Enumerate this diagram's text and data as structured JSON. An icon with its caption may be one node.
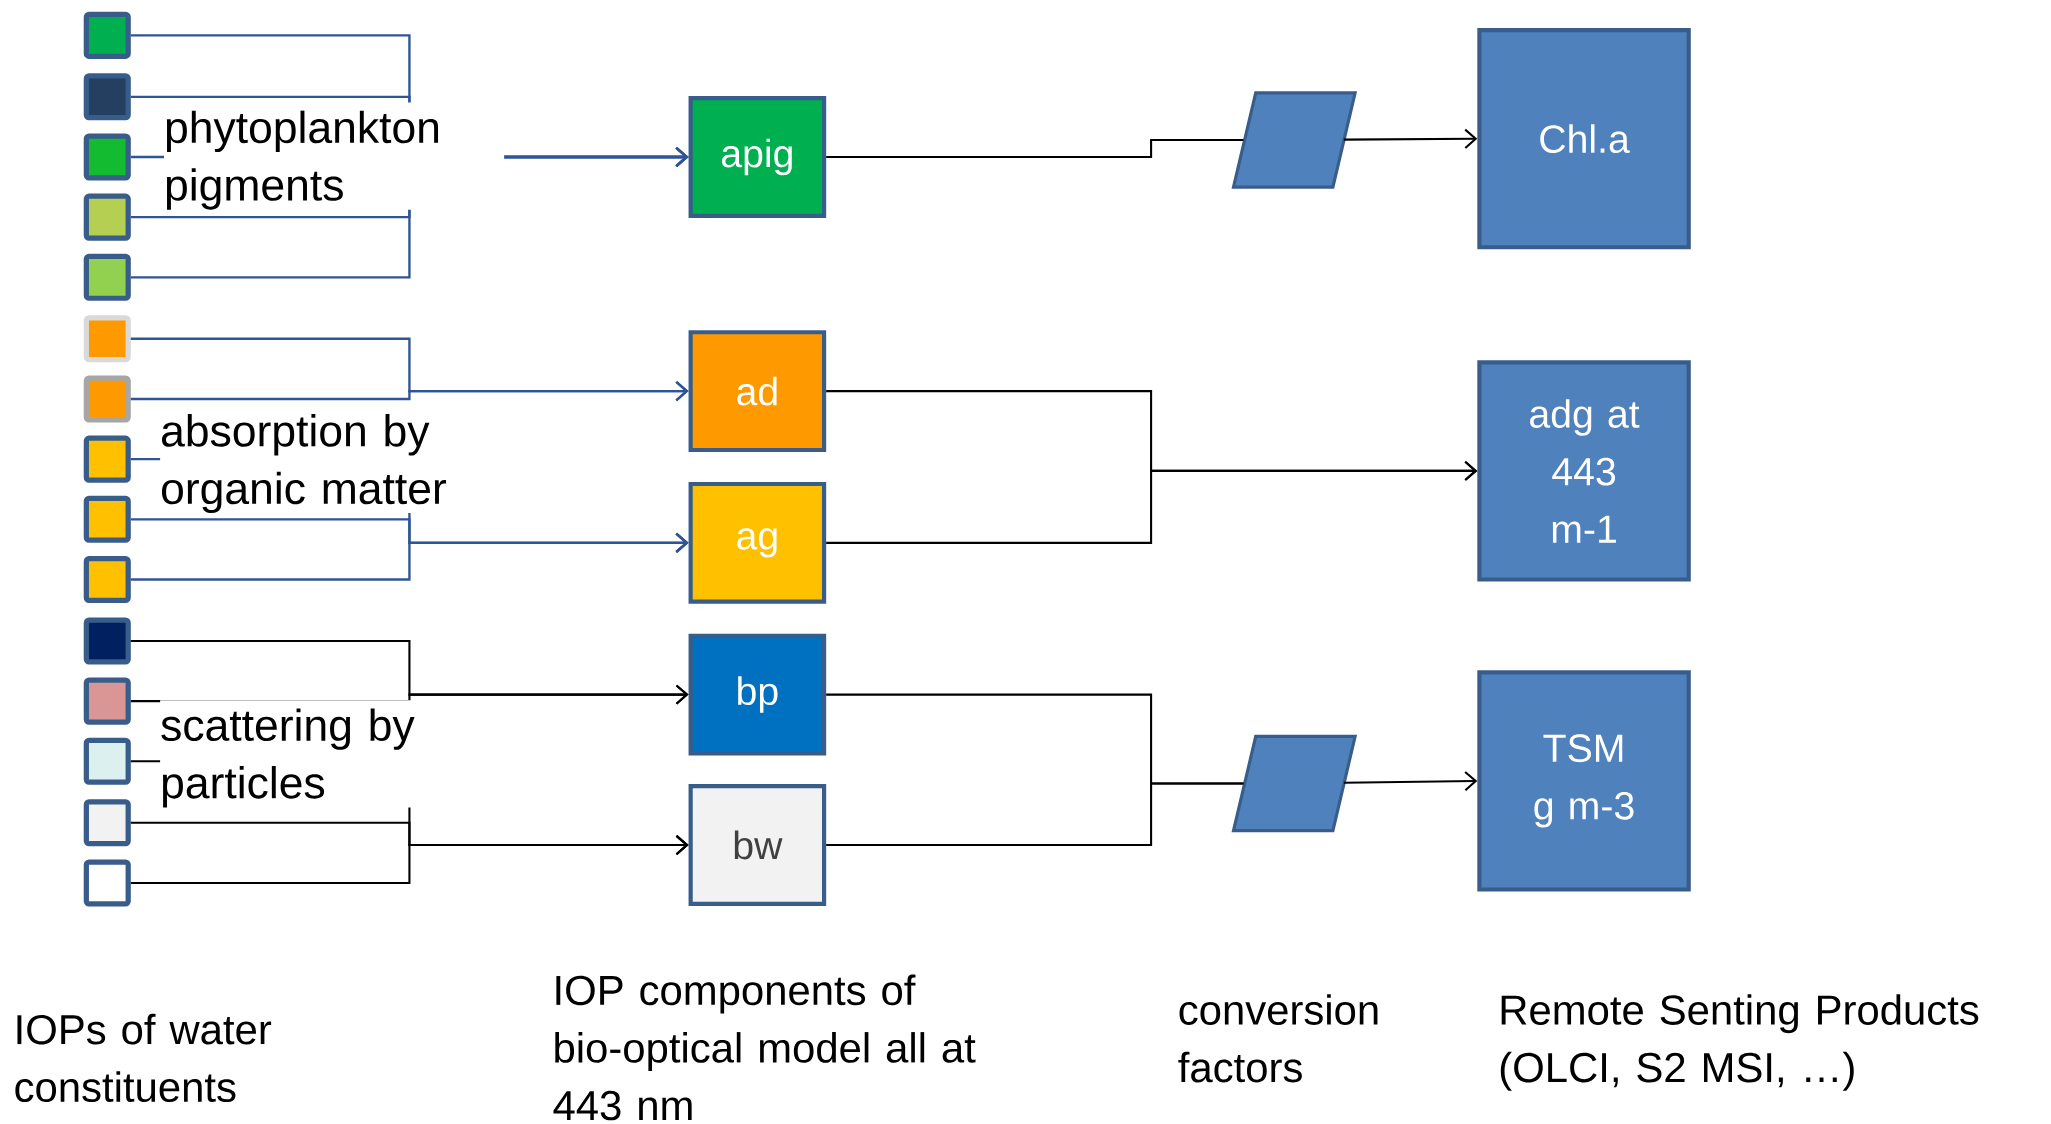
{
  "diagram": {
    "nodes": [
      {
        "text": [],
        "shape": "box"
      },
      {
        "text": [],
        "shape": "box"
      },
      {
        "text": [],
        "shape": "box"
      },
      {
        "text": [],
        "shape": "box"
      },
      {
        "text": [],
        "shape": "box"
      },
      {
        "text": [],
        "shape": "box"
      },
      {
        "text": [],
        "shape": "box"
      },
      {
        "text": [],
        "shape": "box"
      },
      {
        "text": [],
        "shape": "box"
      },
      {
        "text": [],
        "shape": "box"
      },
      {
        "text": [],
        "shape": "box"
      },
      {
        "text": [],
        "shape": "box"
      },
      {
        "text": [],
        "shape": "box"
      },
      {
        "text": [],
        "shape": "box"
      },
      {
        "text": [],
        "shape": "box"
      },
      {
        "text": [
          "apig"
        ]
      },
      {
        "text": [
          "ad"
        ]
      },
      {
        "text": [
          "ag"
        ]
      },
      {
        "text": [
          "bp"
        ]
      },
      {
        "text": [
          "bw"
        ]
      },
      {
        "text": [],
        "shape": "parallelogram"
      },
      {
        "text": [],
        "shape": "parallelogram"
      },
      {
        "text": [
          "Chl.a"
        ]
      },
      {
        "text": [
          "adg at 443 m-1"
        ]
      },
      {
        "text": [
          "TSM g m-3"
        ]
      }
    ],
    "edges": [
      {
        "from": 0,
        "to": 15,
        "arrow": "to",
        "color": "#2f5597"
      },
      {
        "from": 1,
        "to": 15,
        "arrow": "to",
        "color": "#2f5597"
      },
      {
        "from": 2,
        "to": 15,
        "arrow": "to",
        "color": "#2f5597"
      },
      {
        "from": 3,
        "to": 15,
        "arrow": "to",
        "color": "#2f5597"
      },
      {
        "from": 4,
        "to": 15,
        "arrow": "to",
        "color": "#2f5597"
      },
      {
        "from": 5,
        "to": 16,
        "arrow": "to",
        "color": "#2f5597"
      },
      {
        "from": 6,
        "to": 16,
        "arrow": "to",
        "color": "#2f5597"
      },
      {
        "from": 7,
        "to": 17,
        "arrow": "to",
        "color": "#2f5597"
      },
      {
        "from": 8,
        "to": 17,
        "arrow": "to",
        "color": "#2f5597"
      },
      {
        "from": 9,
        "to": 17,
        "arrow": "to",
        "color": "#2f5597"
      },
      {
        "from": 10,
        "to": 18,
        "arrow": "to"
      },
      {
        "from": 11,
        "to": 18,
        "arrow": "to"
      },
      {
        "from": 12,
        "to": 19,
        "arrow": "to"
      },
      {
        "from": 13,
        "to": 19,
        "arrow": "to"
      },
      {
        "from": 14,
        "to": 19,
        "arrow": "to"
      },
      {
        "from": 15,
        "to": 20,
        "arrow": "none"
      },
      {
        "from": 20,
        "to": 22,
        "arrow": "to"
      },
      {
        "from": 16,
        "to": 23,
        "arrow": "to"
      },
      {
        "from": 17,
        "to": 23,
        "arrow": "to"
      },
      {
        "from": 18,
        "to": 21,
        "arrow": "none"
      },
      {
        "from": 19,
        "to": 21,
        "arrow": "none"
      },
      {
        "from": 21,
        "to": 24,
        "arrow": "to"
      }
    ],
    "labels": [
      "phytoplankton pigments",
      "absorption by organic matter",
      "scattering by particles",
      "IOPs of water constituents",
      "IOP components of bio-optical model all at 443 nm",
      "conversion factors",
      "Remote Senting Products (OLCI, S2 MSI, …)"
    ]
  }
}
